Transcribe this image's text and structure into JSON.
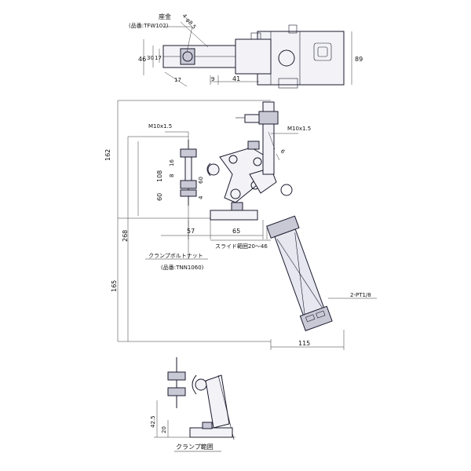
{
  "labels": {
    "seat_metal": "座金",
    "seat_metal_part": "(品番:TFW102)",
    "holes": "4-φ8.5",
    "m10_left": "M10x1.5",
    "m10_right": "M10x1.5",
    "bolt_nut": "クランプボルトナット",
    "bolt_nut_part": "(品番:TNN1060)",
    "slide_range": "スライド範囲20～46",
    "port": "2-PT1/8",
    "clamp_range": "クランプ範囲"
  },
  "dims": {
    "d46": "46",
    "d30": "30",
    "d17": "17",
    "d17b": "17",
    "d9": "9",
    "d41": "41",
    "d89": "89",
    "d162": "162",
    "d268": "268",
    "d165": "165",
    "d108": "108",
    "d60": "60",
    "d16": "16",
    "d8": "8",
    "d60b": "60",
    "d4": "4",
    "d57": "57",
    "d65": "65",
    "d115": "115",
    "d4b": "4",
    "d6": "6",
    "d42_5": "42.5",
    "d20": "20"
  }
}
